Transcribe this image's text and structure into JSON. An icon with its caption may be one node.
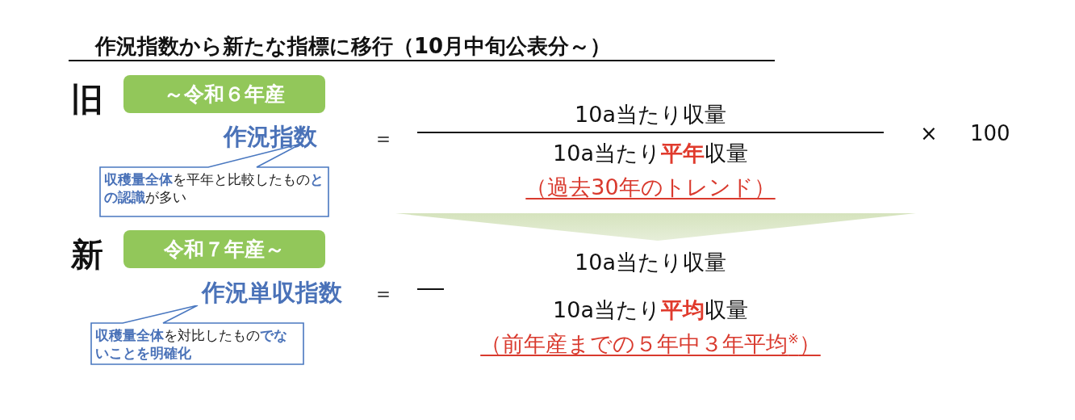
{
  "diagram": {
    "title": "作況指数から新たな指標に移行（10月中旬公表分～）",
    "nodes": [
      {
        "text": [
          "～令和６年産"
        ]
      },
      {
        "text": [
          "**収穫量全体**を平年と比較したもの**との認識**が多い"
        ]
      },
      {
        "text": [
          "令和７年産～"
        ]
      },
      {
        "text": [
          "**収穫量全体**を対比したもの**でないことを明確化**"
        ]
      }
    ],
    "labels": [
      "旧",
      "作況指数",
      "＝",
      "10a当たり収量",
      "10a当たり**平年**収量",
      "（過去30年のトレンド）",
      "×",
      "100",
      "新",
      "作況単収指数",
      "＝",
      "10a当たり収量",
      "10a当たり**平均**収量",
      "（前年産までの５年中３年平均$^{※}$）"
    ]
  }
}
